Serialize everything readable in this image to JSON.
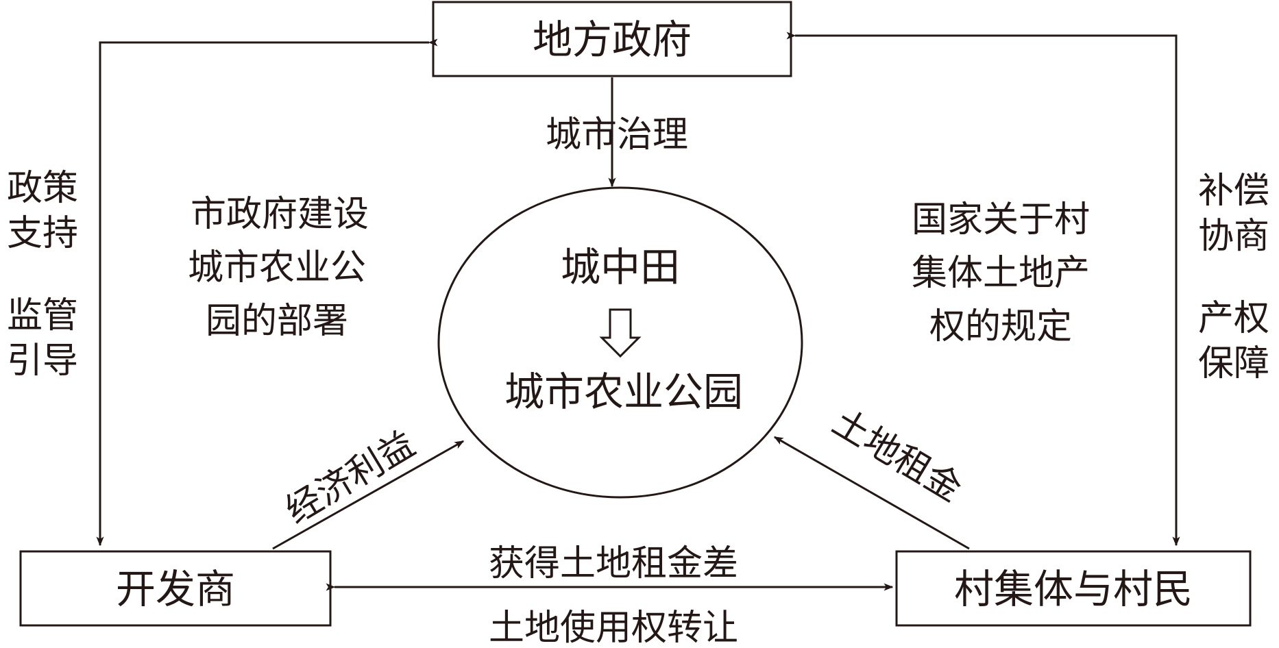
{
  "nodes": {
    "government": "地方政府",
    "developer": "开发商",
    "village": "村集体与村民",
    "center_top": "城中田",
    "center_bottom": "城市农业公园"
  },
  "edges": {
    "urban_governance": "城市治理",
    "economic_benefit": "经济利益",
    "land_rent": "土地租金",
    "rent_difference": "获得土地租金差",
    "use_right_transfer": "土地使用权转让"
  },
  "left_side": {
    "line1": "政策",
    "line2": "支持",
    "line3": "监管",
    "line4": "引导"
  },
  "right_side": {
    "line1": "补偿",
    "line2": "协商",
    "line3": "产权",
    "line4": "保障"
  },
  "notes": {
    "municipal": [
      "市政府建设",
      "城市农业公",
      "园的部署"
    ],
    "national": [
      "国家关于村",
      "集体土地产",
      "权的规定"
    ]
  },
  "colors": {
    "ink": "#231815",
    "background": "#ffffff"
  }
}
